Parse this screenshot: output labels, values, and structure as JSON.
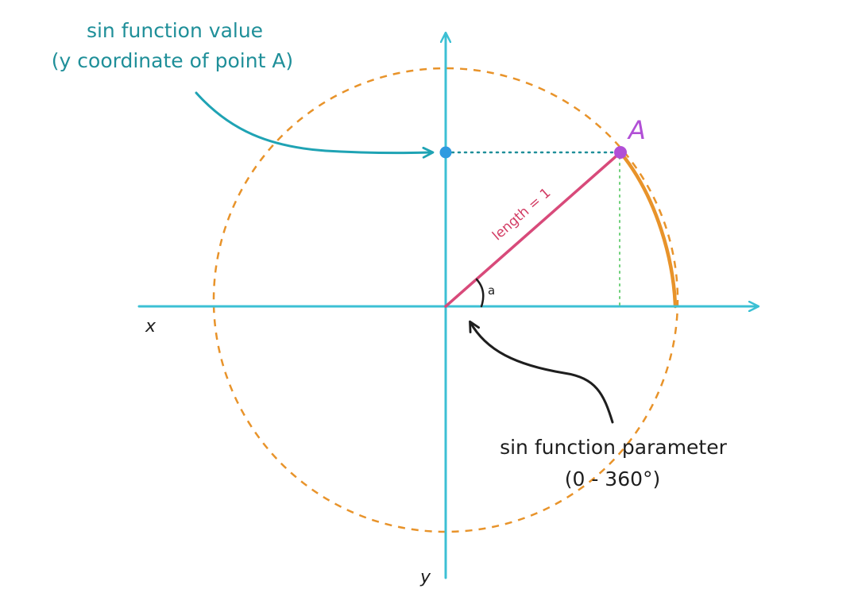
{
  "annotations": {
    "sin_value_line1": "sin function value",
    "sin_value_line2": "(y coordinate of point A)",
    "param_line1": "sin function parameter",
    "param_line2": "(0 - 360°)"
  },
  "labels": {
    "x_axis": "x",
    "y_axis": "y",
    "point": "A",
    "segment": "length = 1",
    "angle": "a"
  },
  "colors": {
    "axes": "#3cc0d4",
    "circle": "#e8932a",
    "arc": "#e8932a",
    "radius": "#d84a7a",
    "point_a": "#b14fd6",
    "projection_point": "#2f9be0",
    "horizontal_projection": "#1f8f99",
    "vertical_projection": "#6fd07a",
    "arrow_teal": "#1fa3b4",
    "arrow_dark": "#1e1e1e"
  }
}
